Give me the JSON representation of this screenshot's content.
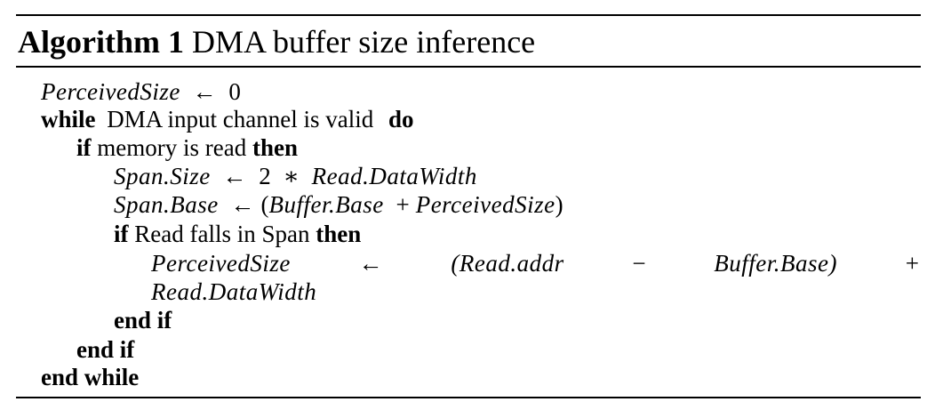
{
  "algorithm": {
    "label": "Algorithm 1",
    "title": "DMA buffer size inference",
    "lines": {
      "l1": {
        "var": "PerceivedSize",
        "arrow": "←",
        "value": "0"
      },
      "l2": {
        "kw_while": "while",
        "cond": "DMA input channel is valid",
        "kw_do": "do"
      },
      "l3": {
        "kw_if": "if",
        "cond": "memory is read",
        "kw_then": "then"
      },
      "l4": {
        "var": "Span.Size",
        "arrow": "←",
        "num": "2",
        "op": "∗",
        "expr": "Read.DataWidth"
      },
      "l5": {
        "var": "Span.Base",
        "arrow": "←",
        "lparen": "(",
        "a": "Buffer.Base",
        "op": "+",
        "b": "PerceivedSize",
        "rparen": ")"
      },
      "l6": {
        "kw_if": "if",
        "cond": "Read falls in Span",
        "kw_then": "then"
      },
      "l7": {
        "var": "PerceivedSize",
        "arrow": "←",
        "a": "(Read.addr",
        "minus": "−",
        "b": "Buffer.Base)",
        "plus": "+"
      },
      "l8": {
        "expr": "Read.DataWidth"
      },
      "l9": {
        "end": "end if"
      },
      "l10": {
        "end": "end if"
      },
      "l11": {
        "end": "end while"
      }
    }
  }
}
